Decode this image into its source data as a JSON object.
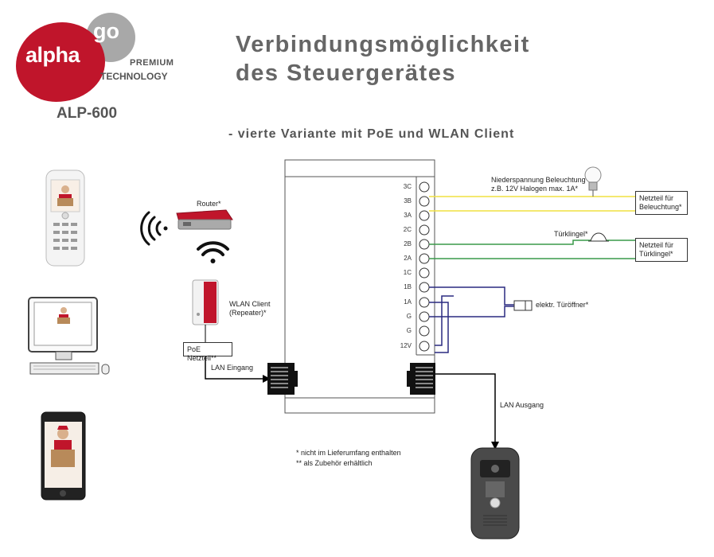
{
  "logo": {
    "alpha": "alpha",
    "go": "go",
    "premium": "PREMIUM",
    "technology": "TECHNOLOGY"
  },
  "model": "ALP-600",
  "title_line1": "Verbindungsmöglichkeit",
  "title_line2": "des Steuergerätes",
  "subtitle": "- vierte Variante mit PoE und WLAN Client",
  "labels": {
    "router": "Router*",
    "wlan_client_1": "WLAN Client",
    "wlan_client_2": "(Repeater)*",
    "poe": "PoE Netzteil**",
    "lan_in": "LAN Eingang",
    "lan_out": "LAN Ausgang",
    "light_1": "Niederspannung Beleuchtung",
    "light_2": "z.B. 12V Halogen max. 1A*",
    "psu_light_1": "Netzteil für",
    "psu_light_2": "Beleuchtung*",
    "bell": "Türklingel*",
    "psu_bell_1": "Netzteil für",
    "psu_bell_2": "Türklingel*",
    "opener": "elektr. Türöffner*"
  },
  "terminals": [
    "3C",
    "3B",
    "3A",
    "2C",
    "2B",
    "2A",
    "1C",
    "1B",
    "1A",
    "G",
    "G",
    "12V"
  ],
  "notes": [
    "* nicht im Lieferumfang enthalten",
    "** als Zubehör erhältlich"
  ],
  "colors": {
    "brand_red": "#c0152b",
    "wire_light": "#f0e040",
    "wire_bell": "#3a9a4a",
    "wire_opener": "#2a2a80"
  }
}
